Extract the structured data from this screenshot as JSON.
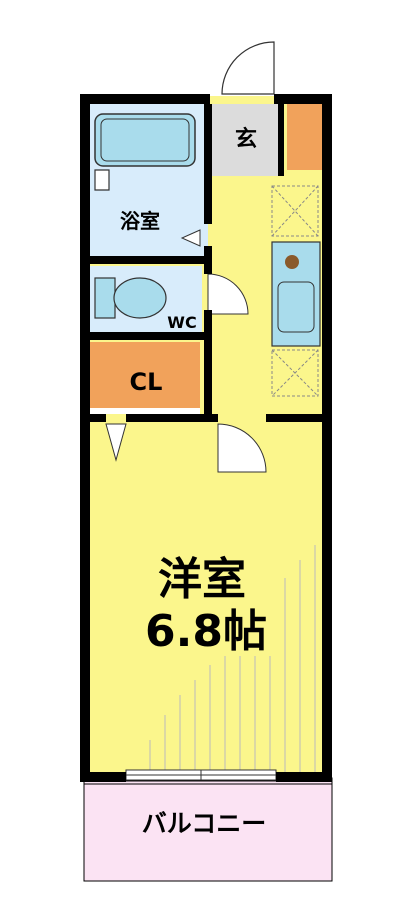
{
  "colors": {
    "wall": "#000000",
    "floor_yellow": "#fbf68c",
    "bath_blue": "#d8ecfb",
    "fixture_blue": "#a9dcec",
    "closet_orange": "#f1a25b",
    "entrance_gray": "#dcdcdc",
    "balcony_pink": "#fbe3f3"
  },
  "rooms": {
    "entrance": {
      "label": "玄"
    },
    "bathroom": {
      "label": "浴室"
    },
    "toilet": {
      "label": "WC"
    },
    "closet": {
      "label": "CL"
    },
    "western_room": {
      "label_line1": "洋室",
      "label_line2": "6.8帖"
    },
    "balcony": {
      "label": "バルコニー"
    }
  },
  "icons": [
    "door-swing-icon",
    "bathtub-icon",
    "toilet-icon",
    "sink-icon",
    "stove-icon",
    "cabinet-x-icon",
    "sliding-window-icon"
  ]
}
